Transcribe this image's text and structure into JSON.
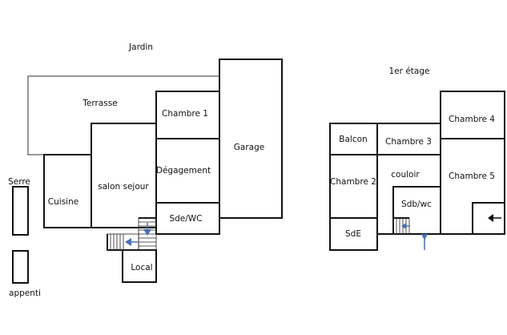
{
  "labels": {
    "jardin": "Jardin",
    "terrasse": "Terrasse",
    "serre": "Serre",
    "appenti": "appenti",
    "cuisine": "Cuisine",
    "salon_sejour": "salon sejour",
    "local": "Local",
    "chambre_1": "Chambre 1",
    "degagement": "Dégagement",
    "sde_wc": "Sde/WC",
    "garage": "Garage",
    "etage": "1er étage",
    "balcon": "Balcon",
    "chambre_3": "Chambre 3",
    "chambre_4": "Chambre 4",
    "chambre_2": "Chambre 2",
    "couloir": "couloir",
    "chambre_5": "Chambre 5",
    "sdb_wc": "Sdb/wc",
    "sde": "SdE"
  },
  "colors": {
    "walls": "#111111",
    "stair_arrow": "#4a6fb5"
  }
}
